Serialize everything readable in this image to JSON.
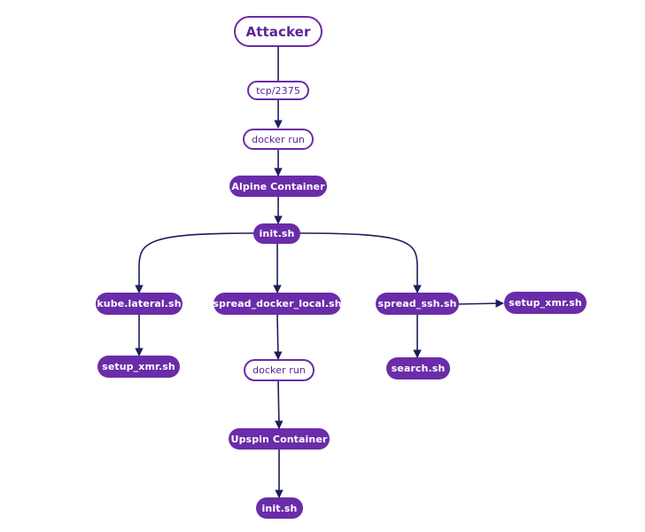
{
  "nodes": {
    "attacker": "Attacker",
    "tcp_port": "tcp/2375",
    "docker_run_1": "docker run",
    "alpine_container": "Alpine Container",
    "init_sh_1": "init.sh",
    "kube_lateral": "kube.lateral.sh",
    "spread_docker_local": "spread_docker_local.sh",
    "spread_ssh": "spread_ssh.sh",
    "setup_xmr_right": "setup_xmr.sh",
    "setup_xmr_left": "setup_xmr.sh",
    "docker_run_2": "docker run",
    "search": "search.sh",
    "upspin_container": "Upspin Container",
    "init_sh_2": "init.sh"
  },
  "colors": {
    "accent": "#6a2ca8",
    "edge": "#1a1f5c"
  }
}
